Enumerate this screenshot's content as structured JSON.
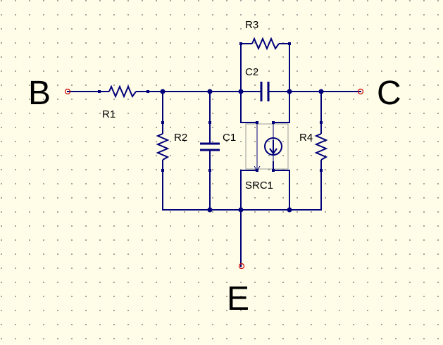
{
  "ports": {
    "base": "B",
    "collector": "C",
    "emitter": "E"
  },
  "components": {
    "r1": "R1",
    "r2": "R2",
    "r3": "R3",
    "r4": "R4",
    "c1": "C1",
    "c2": "C2",
    "src1": "SRC1"
  },
  "colors": {
    "wire": "#00007a",
    "port": "#cc0000",
    "background": "#fffde8",
    "grid_dot": "#8a8a8a"
  }
}
